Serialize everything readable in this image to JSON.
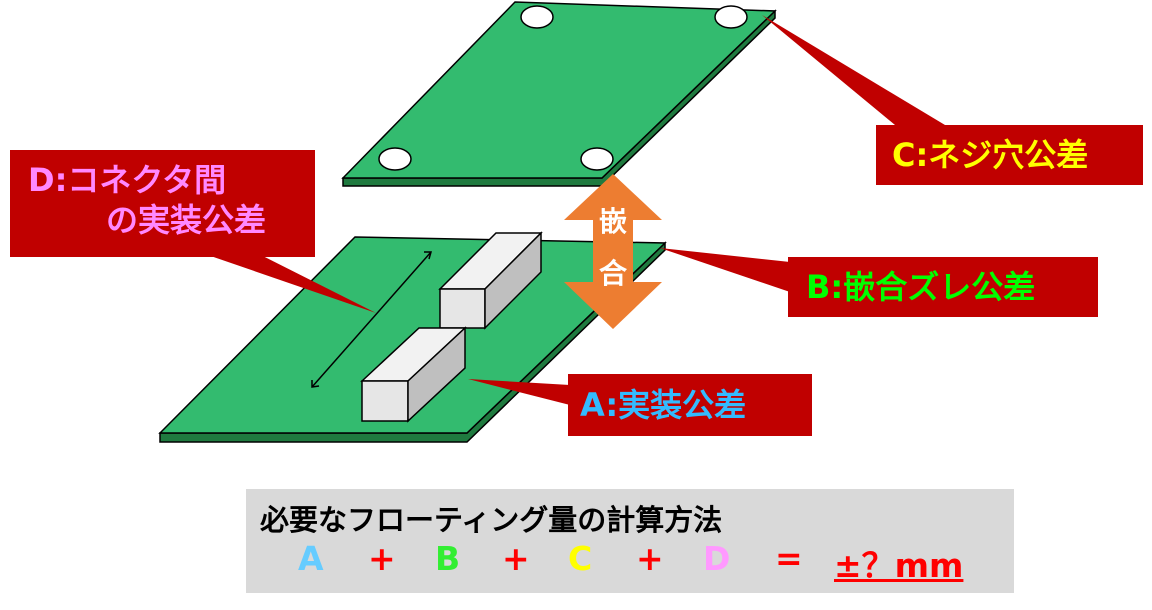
{
  "callouts": {
    "c": {
      "label": "C:ネジ穴公差",
      "text_color": "#ffff00"
    },
    "d": {
      "line1": "D:コネクタ間",
      "line2": "の実装公差",
      "text_color": "#ff88ff"
    },
    "b": {
      "label": "B:嵌合ズレ公差",
      "text_color": "#00ff00"
    },
    "a": {
      "label": "A:実装公差",
      "text_color": "#33bbff"
    },
    "background": "#c00000"
  },
  "mating_arrow": {
    "char1": "嵌",
    "char2": "合",
    "color": "#ed7d31"
  },
  "formula": {
    "title": "必要なフローティング量の計算方法",
    "term_a": "A",
    "plus1": "+",
    "term_b": "B",
    "plus2": "+",
    "term_c": "C",
    "plus3": "+",
    "term_d": "D",
    "equals": "=",
    "result": "±？mm",
    "colors": {
      "a": "#66ccff",
      "b": "#33ee33",
      "c": "#ffff00",
      "d": "#ff99ff",
      "operator": "#ff0000",
      "result": "#ff0000"
    }
  },
  "board_color": "#33bb6f"
}
